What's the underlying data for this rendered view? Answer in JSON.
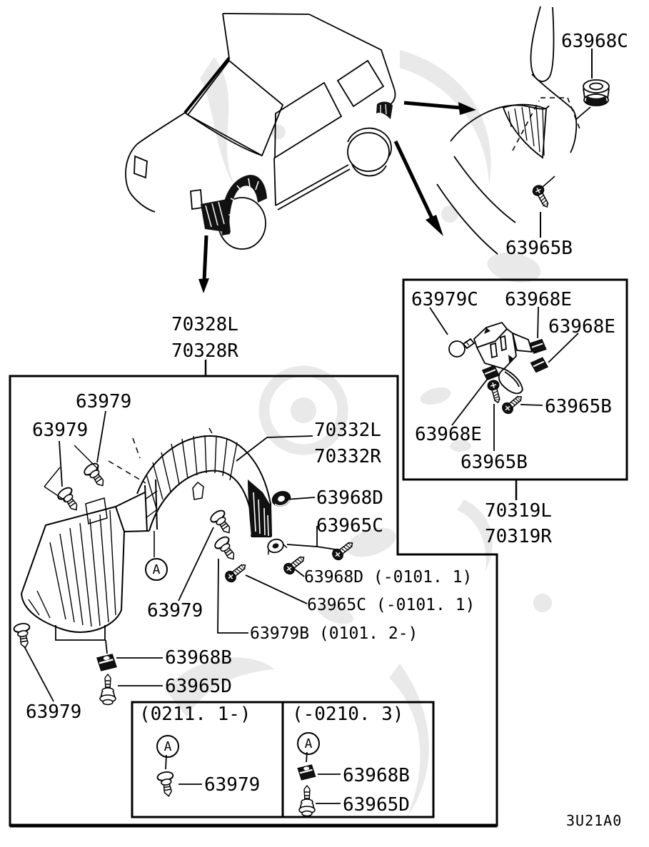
{
  "colors": {
    "background": "#ffffff",
    "line": "#000000",
    "watermark": "#e9e9e9"
  },
  "drawing_code": "3U21A0",
  "car_callouts": {
    "front_liner": {
      "line1": "70328L",
      "line2": "70328R"
    },
    "rear_detail": {
      "nut": "63968C",
      "screw": "63965B"
    }
  },
  "front_box": {
    "clip_top": "63979",
    "clip_left": "63979",
    "liner": {
      "line1": "70332L",
      "line2": "70332R"
    },
    "nut": "63968D",
    "screw": "63965C",
    "nut_early": "63968D (-0101. 1)",
    "screw_early": "63965C (-0101. 1)",
    "clip_late": "63979B (0101. 2-)",
    "clip_center": "63979",
    "marker": "A",
    "nut_lower": "63968B",
    "screw_lower": "63965D",
    "clip_bottom": "63979"
  },
  "variant_table": {
    "late": {
      "period": "(0211. 1-)",
      "marker": "A",
      "clip": "63979"
    },
    "early": {
      "period": "(-0210. 3)",
      "marker": "A",
      "nut": "63968B",
      "screw": "63965D"
    }
  },
  "rear_box": {
    "plug": "63979C",
    "clip_a": "63968E",
    "clip_b": "63968E",
    "clip_c": "63968E",
    "screw_a": "63965B",
    "screw_b": "63965B",
    "ref": {
      "line1": "70319L",
      "line2": "70319R"
    }
  }
}
